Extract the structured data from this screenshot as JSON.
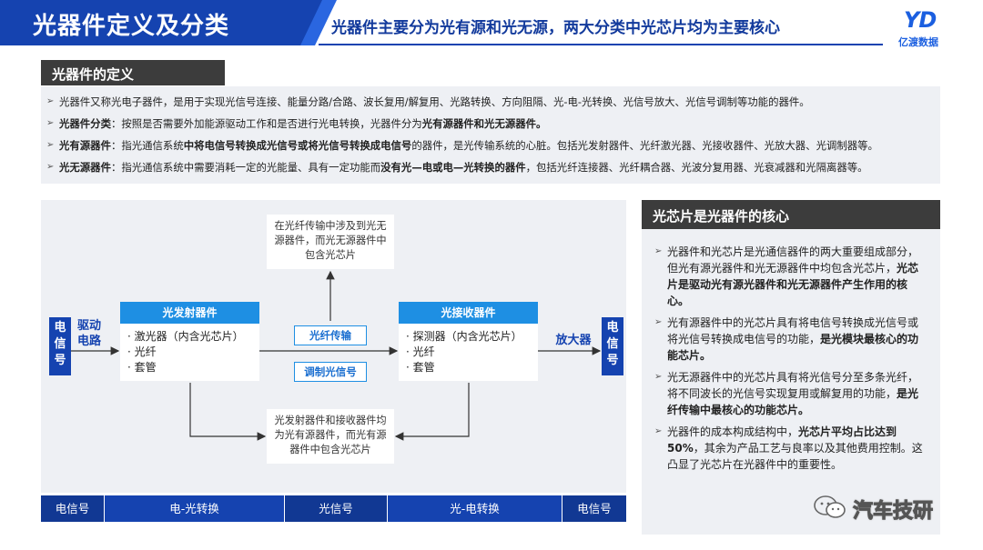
{
  "header": {
    "title": "光器件定义及分类",
    "subtitle": "光器件主要分为光有源和光无源，两大分类中光芯片均为主要核心",
    "logo_mark": "YD",
    "logo_text": "亿渡数据"
  },
  "definition": {
    "title": "光器件的定义",
    "rows": [
      {
        "pre": "光器件又称光电子器件，是用于实现光信号连接、能量分路/合路、波长复用/解复用、光路转换、方向阻隔、光-电-光转换、光信号放大、光信号调制等功能的器件。",
        "b1": "",
        "mid": "",
        "b2": "",
        "post": ""
      },
      {
        "pre": "",
        "b1": "光器件分类",
        "mid": "：按照是否需要外加能源驱动工作和是否进行光电转换，光器件分为",
        "b2": "光有源器件和光无源器件。",
        "post": ""
      },
      {
        "pre": "",
        "b1": "光有源器件",
        "mid": "：指光通信系统",
        "b2": "中将电信号转换成光信号或将光信号转换成电信号",
        "post": "的器件，是光传输系统的心脏。包括光发射器件、光纤激光器、光接收器件、光放大器、光调制器等。"
      },
      {
        "pre": "",
        "b1": "光无源器件",
        "mid": "：指光通信系统中需要消耗一定的光能量、具有一定功能而",
        "b2": "没有光—电或电—光转换的器件",
        "post": "，包括光纤连接器、光纤耦合器、光波分复用器、光衰减器和光隔离器等。"
      }
    ]
  },
  "diagram": {
    "note_top": "在光纤传输中涉及到光无源器件，而光无源器件中包含光芯片",
    "note_bottom": "光发射器件和接收器件均为光有源器件，而光有源器件中包含光芯片",
    "left_side": "电信号",
    "right_side": "电信号",
    "drive_label": "驱动电路",
    "amp_label": "放大器",
    "fiber_tag": "光纤传输",
    "mod_tag": "调制光信号",
    "tx": {
      "title": "光发射器件",
      "items": [
        "· 激光器（内含光芯片）",
        "· 光纤",
        "· 套管"
      ]
    },
    "rx": {
      "title": "光接收器件",
      "items": [
        "· 探测器（内含光芯片）",
        "· 光纤",
        "· 套管"
      ]
    },
    "strip": [
      "电信号",
      "电-光转换",
      "光信号",
      "光-电转换",
      "电信号"
    ]
  },
  "core": {
    "title": "光芯片是光器件的核心",
    "items": [
      {
        "pre": "光器件和光芯片是光通信器件的两大重要组成部分，但光有源光器件和光无源器件中均包含光芯片，",
        "b": "光芯片是驱动光有源光器件和光无源器件产生作用的核心。",
        "post": ""
      },
      {
        "pre": "光有源器件中的光芯片具有将电信号转换成光信号或将光信号转换成电信号的功能，",
        "b": "是光模块最核心的功能芯片。",
        "post": ""
      },
      {
        "pre": "光无源器件中的光芯片具有将光信号分至多条光纤，将不同波长的光信号实现复用或解复用的功能，",
        "b": "是光纤传输中最核心的功能芯片。",
        "post": ""
      },
      {
        "pre": "光器件的成本构成结构中，",
        "b": "光芯片平均占比达到50%",
        "post": "，其余为产品工艺与良率以及其他费用控制。这凸显了光芯片在光器件中的重要性。"
      }
    ]
  },
  "watermark": {
    "text": "汽车技研"
  },
  "colors": {
    "primary": "#1543b0",
    "accent": "#1e8fe3",
    "panel": "#eef0f4",
    "dark": "#3c3c3c"
  }
}
